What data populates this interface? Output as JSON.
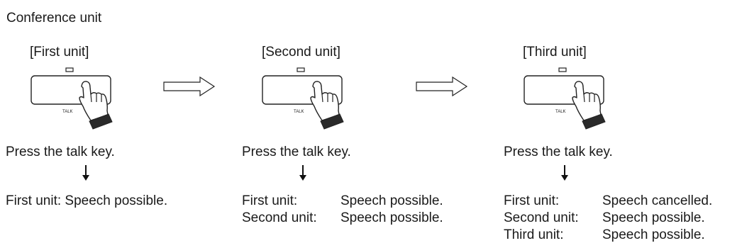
{
  "heading": "Conference unit",
  "key_label": "TALK",
  "units": [
    {
      "title": "[First unit]",
      "instruction": "Press the talk key.",
      "status": [
        {
          "unit": "First unit:",
          "state": "Speech possible."
        }
      ]
    },
    {
      "title": "[Second unit]",
      "instruction": "Press the talk key.",
      "status": [
        {
          "unit": "First unit:",
          "state": "Speech possible."
        },
        {
          "unit": "Second unit:",
          "state": "Speech possible."
        }
      ]
    },
    {
      "title": "[Third unit]",
      "instruction": "Press the talk key.",
      "status": [
        {
          "unit": "First unit:",
          "state": "Speech cancelled."
        },
        {
          "unit": "Second unit:",
          "state": "Speech possible."
        },
        {
          "unit": "Third unit:",
          "state": "Speech possible."
        }
      ]
    }
  ]
}
